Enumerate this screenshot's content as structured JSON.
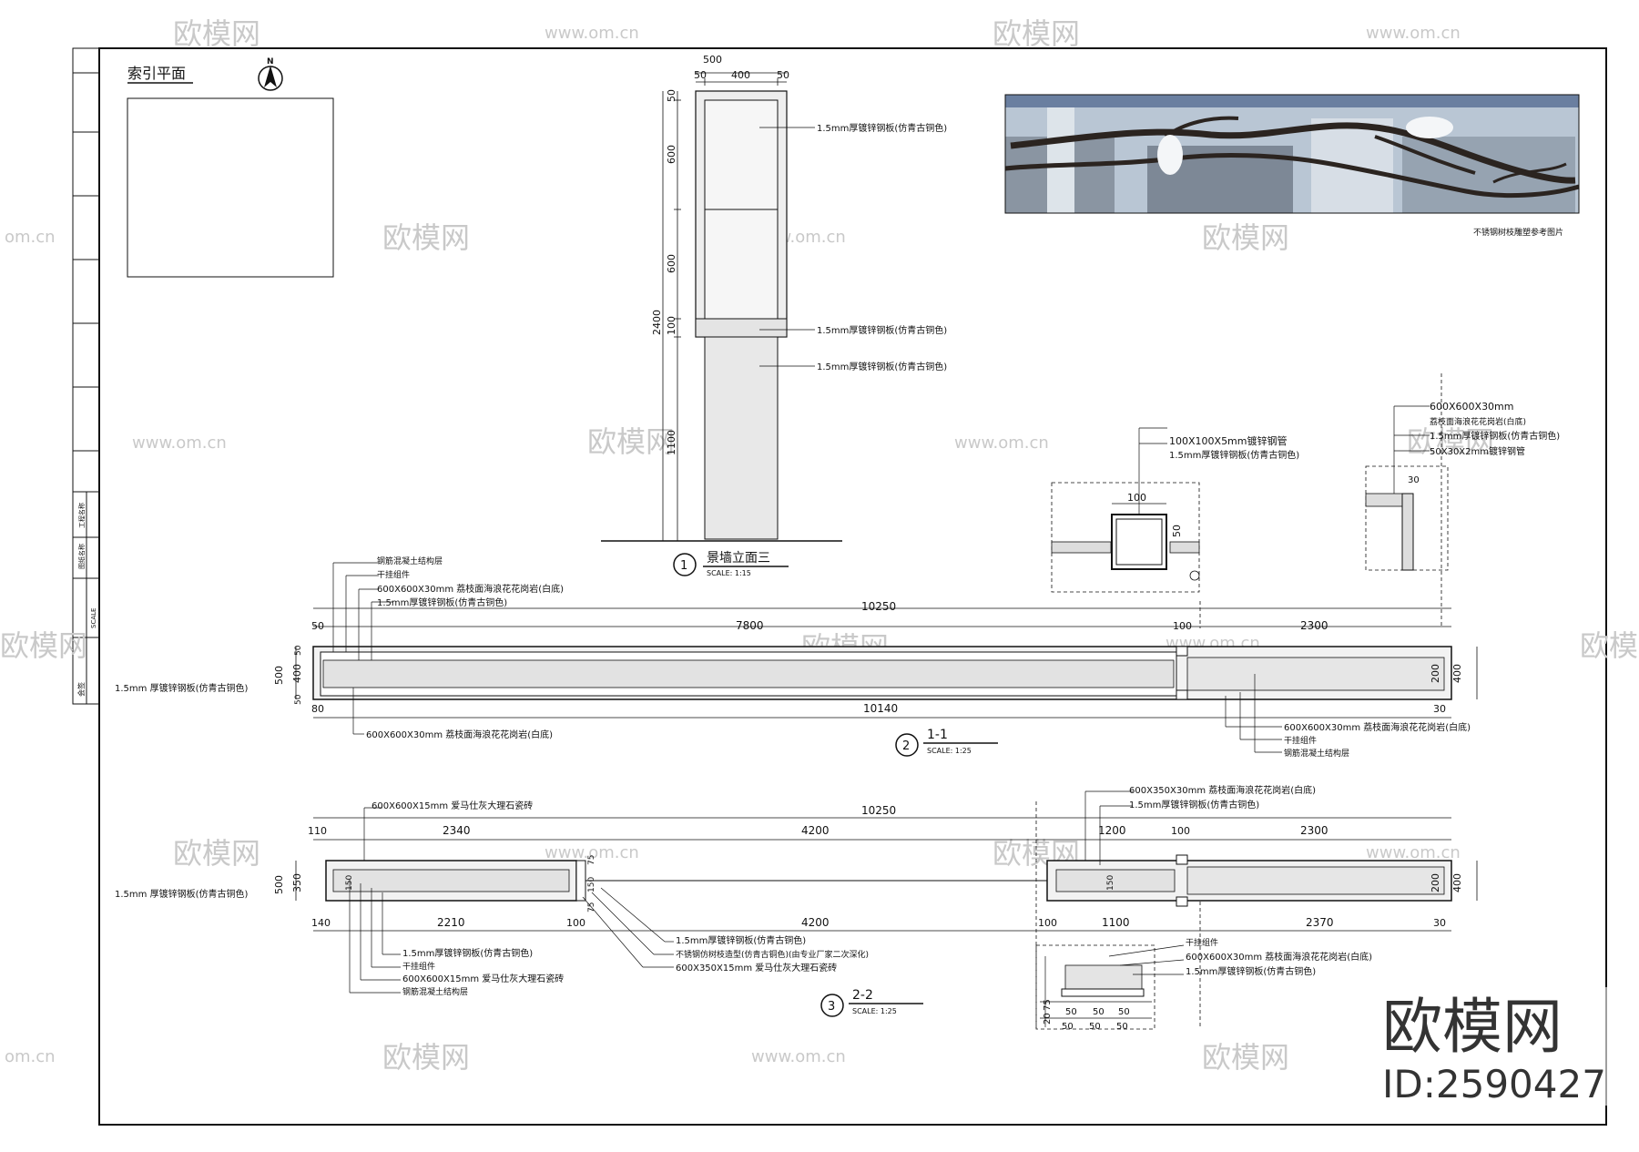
{
  "watermark": {
    "brand": "欧模网",
    "url": "www.om.cn",
    "url_short": "om.cn",
    "id": "ID:2590427"
  },
  "index_plan": {
    "title": "索引平面",
    "north": "N"
  },
  "photo": {
    "caption": "不锈钢树枝雕塑参考图片"
  },
  "elevation": {
    "title": "景墙立面三",
    "number": "1",
    "scale": "SCALE:  1:15",
    "dims_top": [
      "500",
      "50",
      "400",
      "50"
    ],
    "dims_side": [
      "50",
      "600",
      "600",
      "100",
      "1100",
      "2400"
    ],
    "callouts": [
      "1.5mm厚镀锌钢板(仿青古铜色)",
      "1.5mm厚镀锌钢板(仿青古铜色)",
      "1.5mm厚镀锌钢板(仿青古铜色)"
    ]
  },
  "detail_a": {
    "callouts": [
      "100X100X5mm镀锌钢管",
      "1.5mm厚镀锌钢板(仿青古铜色)"
    ],
    "dims": [
      "100",
      "50"
    ]
  },
  "detail_b": {
    "callouts": [
      "600X600X30mm",
      "荔枝面海浪花花岗岩(白底)",
      "1.5mm厚镀锌钢板(仿青古铜色)",
      "50X30X2mm镀锌钢管"
    ],
    "dims": [
      "30"
    ]
  },
  "section1": {
    "title": "1-1",
    "number": "2",
    "scale": "SCALE:  1:25",
    "callouts_top": [
      "钢筋混凝土结构层",
      "干挂组件",
      "600X600X30mm 荔枝面海浪花花岗岩(白底)",
      "1.5mm厚镀锌钢板(仿青古铜色)"
    ],
    "callout_left": "1.5mm 厚镀锌钢板(仿青古铜色)",
    "callout_bottom": "600X600X30mm 荔枝面海浪花花岗岩(白底)",
    "callouts_right": [
      "600X600X30mm 荔枝面海浪花花岗岩(白底)",
      "干挂组件",
      "钢筋混凝土结构层"
    ],
    "dims_top": [
      "10250",
      "50",
      "7800",
      "100",
      "2300"
    ],
    "dims_bottom": [
      "80",
      "10140",
      "30"
    ],
    "dims_side": [
      "500",
      "400",
      "50",
      "50"
    ],
    "dims_right": [
      "200",
      "400"
    ]
  },
  "section2": {
    "title": "2-2",
    "number": "3",
    "scale": "SCALE:  1:25",
    "callouts_top_left": [
      "600X600X15mm 爱马仕灰大理石瓷砖"
    ],
    "callouts_top_right": [
      "600X350X30mm 荔枝面海浪花花岗岩(白底)",
      "1.5mm厚镀锌钢板(仿青古铜色)"
    ],
    "callout_left": "1.5mm 厚镀锌钢板(仿青古铜色)",
    "callouts_bottom_left": [
      "1.5mm厚镀锌钢板(仿青古铜色)",
      "干挂组件",
      "600X600X15mm 爱马仕灰大理石瓷砖",
      "钢筋混凝土结构层"
    ],
    "callouts_bottom_mid": [
      "1.5mm厚镀锌钢板(仿青古铜色)",
      "不锈钢仿树枝造型(仿青古铜色)(由专业厂家二次深化)",
      "600X350X15mm 爱马仕灰大理石瓷砖"
    ],
    "callouts_bottom_right": [
      "干挂组件",
      "600X600X30mm 荔枝面海浪花花岗岩(白底)",
      "1.5mm厚镀锌钢板(仿青古铜色)"
    ],
    "dims_top": [
      "10250",
      "110",
      "2340",
      "4200",
      "1200",
      "100",
      "2300"
    ],
    "dims_bottom": [
      "140",
      "2210",
      "100",
      "4200",
      "100",
      "1100",
      "2370",
      "30"
    ],
    "dims_side": [
      "500",
      "350"
    ],
    "dims_mid": [
      "75",
      "150",
      "75"
    ],
    "dims_right": [
      "150",
      "200",
      "400"
    ],
    "detail_dims": [
      "50",
      "50",
      "50",
      "50",
      "50",
      "50",
      "75",
      "20"
    ]
  },
  "title_block": {
    "texts": [
      "工程名称",
      "图纸名称",
      "SCALE",
      "会签"
    ]
  }
}
